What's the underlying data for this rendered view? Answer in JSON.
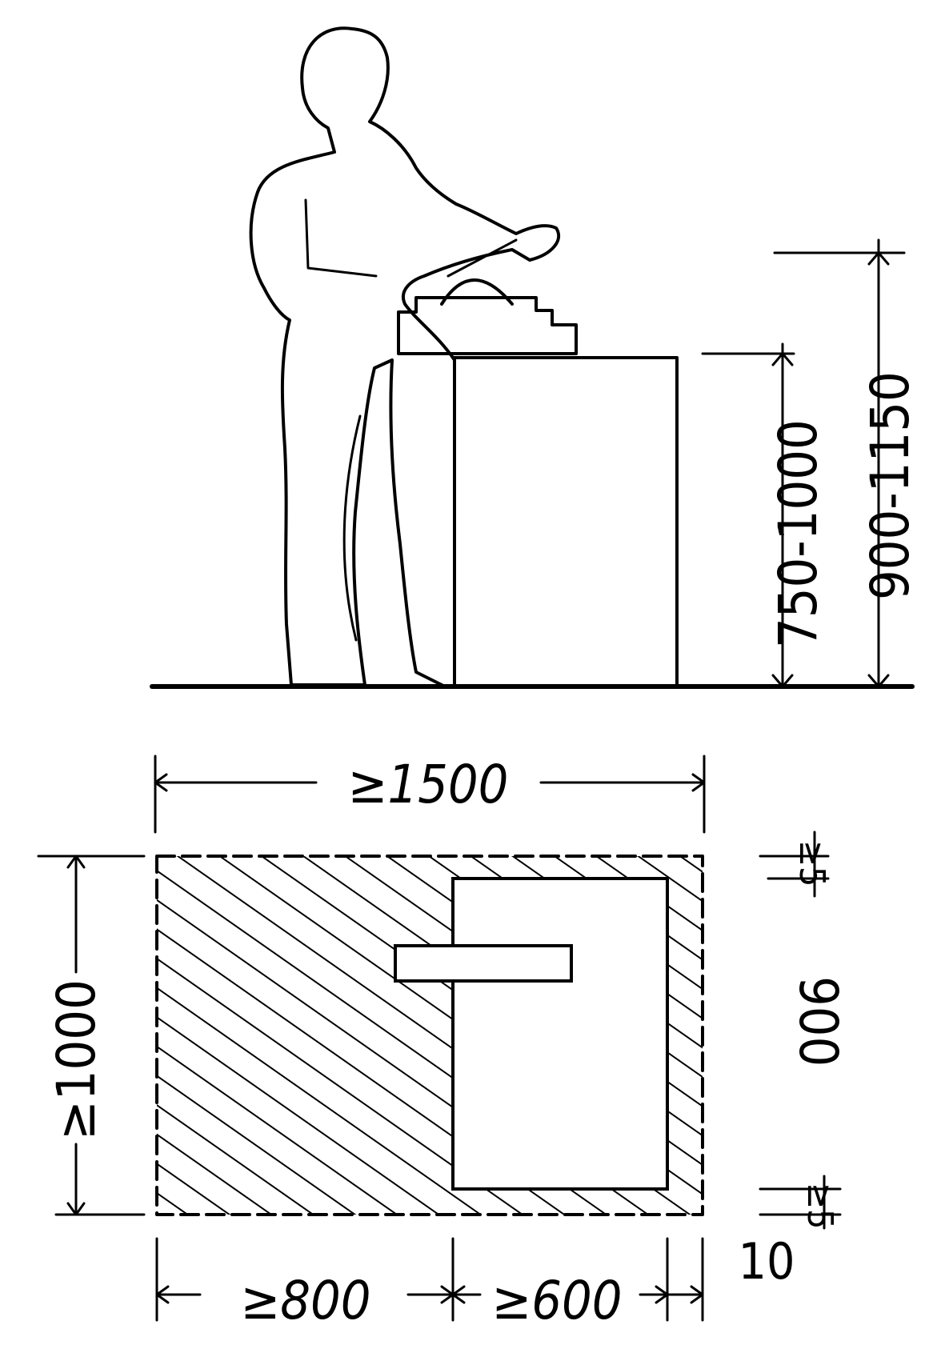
{
  "elevation": {
    "label_counter_height": "750-1000",
    "label_work_height": "900-1150"
  },
  "plan": {
    "label_total_width": "≥1500",
    "label_total_depth": "≥1000",
    "label_person_zone": "≥800",
    "label_counter_width": "≥600",
    "label_side_gap": "10",
    "label_counter_depth": "900",
    "label_top_gap": "≥5",
    "label_bottom_gap": "≥5"
  }
}
